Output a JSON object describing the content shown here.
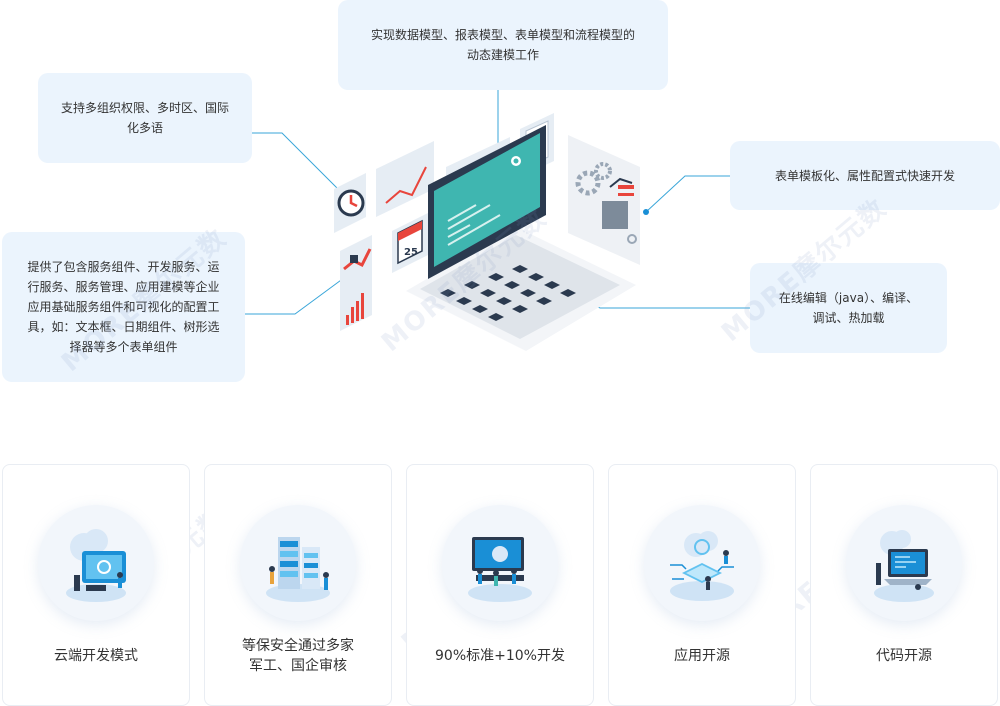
{
  "callouts": {
    "top": "实现数据模型、报表模型、表单模型和流程模型的动态建模工作",
    "top_line1": "实现数据模型、报表模型、表单模型和流程模型的",
    "top_line2": "动态建模工作",
    "left_top_line1": "支持多组织权限、多时区、国际",
    "left_top_line2": "化多语",
    "left_mid_lines": [
      "提供了包含服务组件、开发服务、运",
      "行服务、服务管理、应用建模等企业",
      "应用基础服务组件和可视化的配置工",
      "具，如：文本框、日期组件、树形选",
      "择器等多个表单组件"
    ],
    "right_top": "表单模板化、属性配置式快速开发",
    "right_mid_line1": "在线编辑（java）、编译、",
    "right_mid_line2": "调试、热加载"
  },
  "calendar_day": "25",
  "features": [
    {
      "label_line1": "云端开发模式",
      "label_line2": "",
      "icon": "cloud-monitor-icon"
    },
    {
      "label_line1": "等保安全通过多家",
      "label_line2": "军工、国企审核",
      "icon": "server-rack-icon"
    },
    {
      "label_line1": "90%标准+10%开发",
      "label_line2": "",
      "icon": "team-laptop-icon"
    },
    {
      "label_line1": "应用开源",
      "label_line2": "",
      "icon": "cloud-circuit-icon"
    },
    {
      "label_line1": "代码开源",
      "label_line2": "",
      "icon": "code-laptop-icon"
    }
  ],
  "watermark": "MORE摩尔元数",
  "colors": {
    "accent": "#1a8fd6",
    "teal": "#3fb6b0",
    "red": "#e8453c",
    "callout_bg": "#ebf4fd",
    "dark": "#2b3a4f"
  }
}
